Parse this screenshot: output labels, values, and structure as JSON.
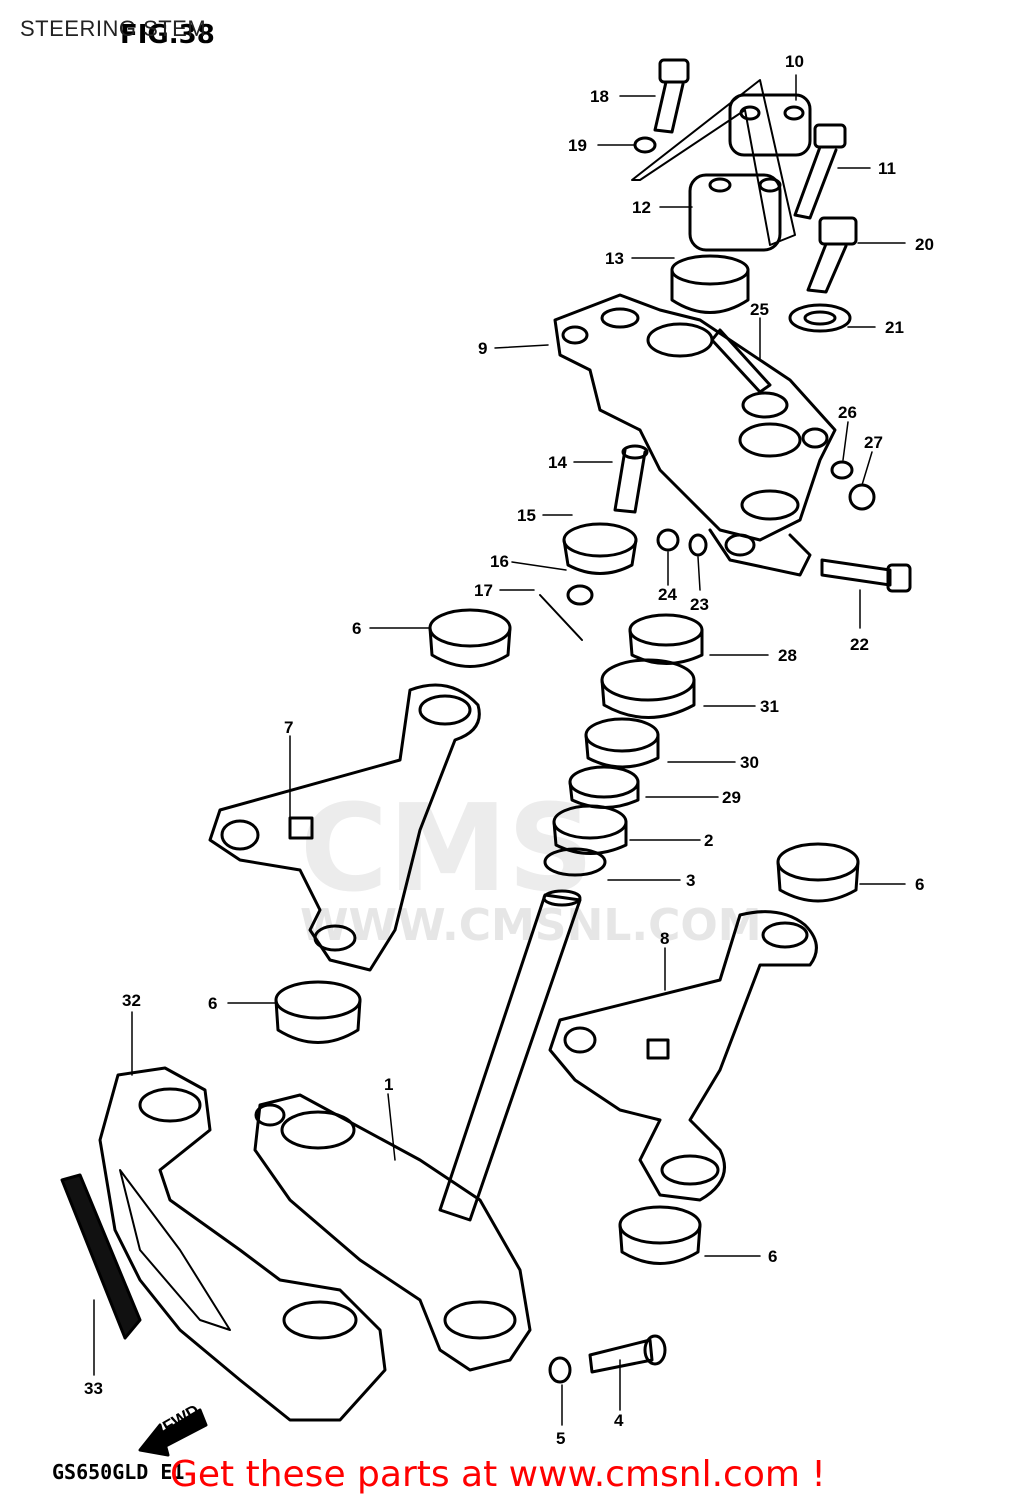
{
  "header": {
    "title": "STEERING STEM",
    "figure_label": "FIG.38"
  },
  "watermark": {
    "logo": "CMS",
    "url": "WWW.CMSNL.COM"
  },
  "footer": {
    "model_code": "GS650GLD E1",
    "promo_text": "Get these parts at www.cmsnl.com !"
  },
  "callouts": [
    "18",
    "19",
    "10",
    "11",
    "12",
    "13",
    "20",
    "25",
    "21",
    "9",
    "26",
    "27",
    "14",
    "15",
    "16",
    "17",
    "24",
    "23",
    "22",
    "6",
    "28",
    "31",
    "7",
    "30",
    "29",
    "2",
    "3",
    "6",
    "8",
    "32",
    "6",
    "1",
    "6",
    "33",
    "5",
    "4"
  ],
  "fwd_arrow": "FWD"
}
